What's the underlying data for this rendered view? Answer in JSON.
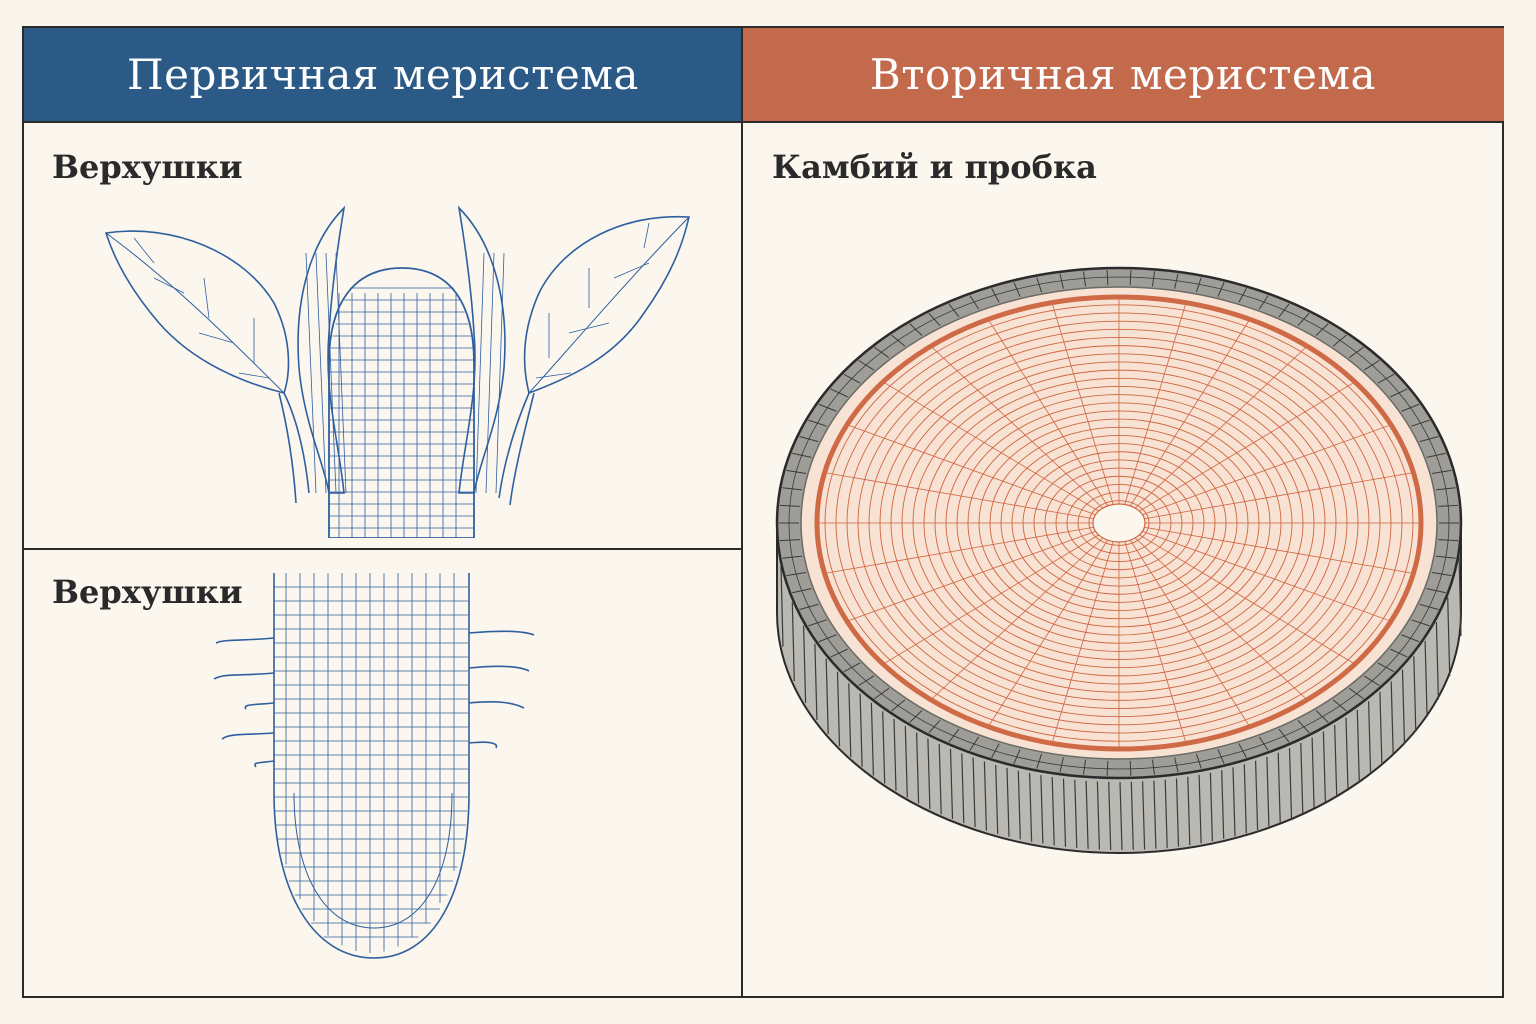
{
  "header": {
    "primary": "Первичная меристема",
    "secondary": "Вторичная меристема"
  },
  "panels": {
    "shoot_label": "Верхушки",
    "root_label": "Верхушки",
    "cambium_label": "Камбий и пробка"
  },
  "colors": {
    "primary_header": "#2b5a86",
    "secondary_header": "#c46a4c",
    "blue_ink": "#2f5f9e",
    "orange_ink": "#d0643f",
    "bark_gray": "#8a8a86"
  },
  "icons": [
    "shoot-apex-illustration",
    "root-apex-illustration",
    "tree-cross-section-illustration"
  ]
}
